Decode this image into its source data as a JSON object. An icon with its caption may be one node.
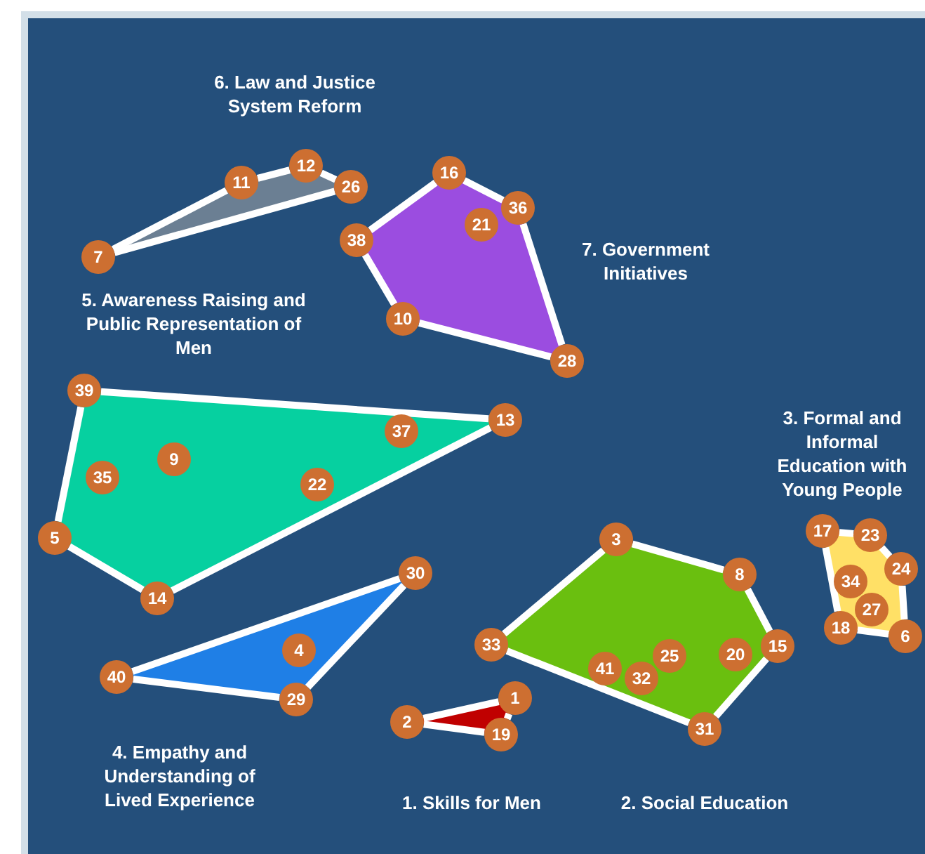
{
  "diagram": {
    "nodes": [
      {
        "text": [
          "1"
        ]
      },
      {
        "text": [
          "2"
        ]
      },
      {
        "text": [
          "3"
        ]
      },
      {
        "text": [
          "4"
        ]
      },
      {
        "text": [
          "5"
        ]
      },
      {
        "text": [
          "6"
        ]
      },
      {
        "text": [
          "7"
        ]
      },
      {
        "text": [
          "8"
        ]
      },
      {
        "text": [
          "9"
        ]
      },
      {
        "text": [
          "10"
        ]
      },
      {
        "text": [
          "11"
        ]
      },
      {
        "text": [
          "12"
        ]
      },
      {
        "text": [
          "13"
        ]
      },
      {
        "text": [
          "14"
        ]
      },
      {
        "text": [
          "15"
        ]
      },
      {
        "text": [
          "16"
        ]
      },
      {
        "text": [
          "17"
        ]
      },
      {
        "text": [
          "18"
        ]
      },
      {
        "text": [
          "19"
        ]
      },
      {
        "text": [
          "20"
        ]
      },
      {
        "text": [
          "21"
        ]
      },
      {
        "text": [
          "22"
        ]
      },
      {
        "text": [
          "23"
        ]
      },
      {
        "text": [
          "24"
        ]
      },
      {
        "text": [
          "25"
        ]
      },
      {
        "text": [
          "26"
        ]
      },
      {
        "text": [
          "27"
        ]
      },
      {
        "text": [
          "28"
        ]
      },
      {
        "text": [
          "29"
        ]
      },
      {
        "text": [
          "30"
        ]
      },
      {
        "text": [
          "31"
        ]
      },
      {
        "text": [
          "32"
        ]
      },
      {
        "text": [
          "33"
        ]
      },
      {
        "text": [
          "34"
        ]
      },
      {
        "text": [
          "35"
        ]
      },
      {
        "text": [
          "36"
        ]
      },
      {
        "text": [
          "37"
        ]
      },
      {
        "text": [
          "38"
        ]
      },
      {
        "text": [
          "39"
        ]
      },
      {
        "text": [
          "40"
        ]
      },
      {
        "text": [
          "41"
        ]
      }
    ],
    "edges": [
      {
        "from": 1,
        "to": 0,
        "arrow": "none"
      },
      {
        "from": 0,
        "to": 18,
        "arrow": "none"
      },
      {
        "from": 18,
        "to": 1,
        "arrow": "none"
      },
      {
        "from": 32,
        "to": 2,
        "arrow": "none"
      },
      {
        "from": 2,
        "to": 7,
        "arrow": "none"
      },
      {
        "from": 7,
        "to": 14,
        "arrow": "none"
      },
      {
        "from": 14,
        "to": 30,
        "arrow": "none"
      },
      {
        "from": 30,
        "to": 32,
        "arrow": "none"
      },
      {
        "from": 16,
        "to": 22,
        "arrow": "none"
      },
      {
        "from": 22,
        "to": 23,
        "arrow": "none"
      },
      {
        "from": 23,
        "to": 5,
        "arrow": "none"
      },
      {
        "from": 5,
        "to": 17,
        "arrow": "none"
      },
      {
        "from": 17,
        "to": 16,
        "arrow": "none"
      },
      {
        "from": 39,
        "to": 29,
        "arrow": "none"
      },
      {
        "from": 29,
        "to": 28,
        "arrow": "none"
      },
      {
        "from": 28,
        "to": 39,
        "arrow": "none"
      },
      {
        "from": 38,
        "to": 12,
        "arrow": "none"
      },
      {
        "from": 12,
        "to": 13,
        "arrow": "none"
      },
      {
        "from": 13,
        "to": 4,
        "arrow": "none"
      },
      {
        "from": 4,
        "to": 38,
        "arrow": "none"
      },
      {
        "from": 6,
        "to": 10,
        "arrow": "none"
      },
      {
        "from": 10,
        "to": 11,
        "arrow": "none"
      },
      {
        "from": 11,
        "to": 25,
        "arrow": "none"
      },
      {
        "from": 25,
        "to": 6,
        "arrow": "none"
      },
      {
        "from": 15,
        "to": 35,
        "arrow": "none"
      },
      {
        "from": 35,
        "to": 27,
        "arrow": "none"
      },
      {
        "from": 27,
        "to": 9,
        "arrow": "none"
      },
      {
        "from": 9,
        "to": 37,
        "arrow": "none"
      },
      {
        "from": 37,
        "to": 15,
        "arrow": "none"
      }
    ],
    "labels": [
      "6. Law and Justice System Reform",
      "7. Government Initiatives",
      "5. Awareness Raising and Public Representation of Men",
      "3. Formal and Informal Education with Young People",
      "4. Empathy and Understanding of Lived Experience",
      "1. Skills for Men",
      "2. Social Education"
    ]
  }
}
